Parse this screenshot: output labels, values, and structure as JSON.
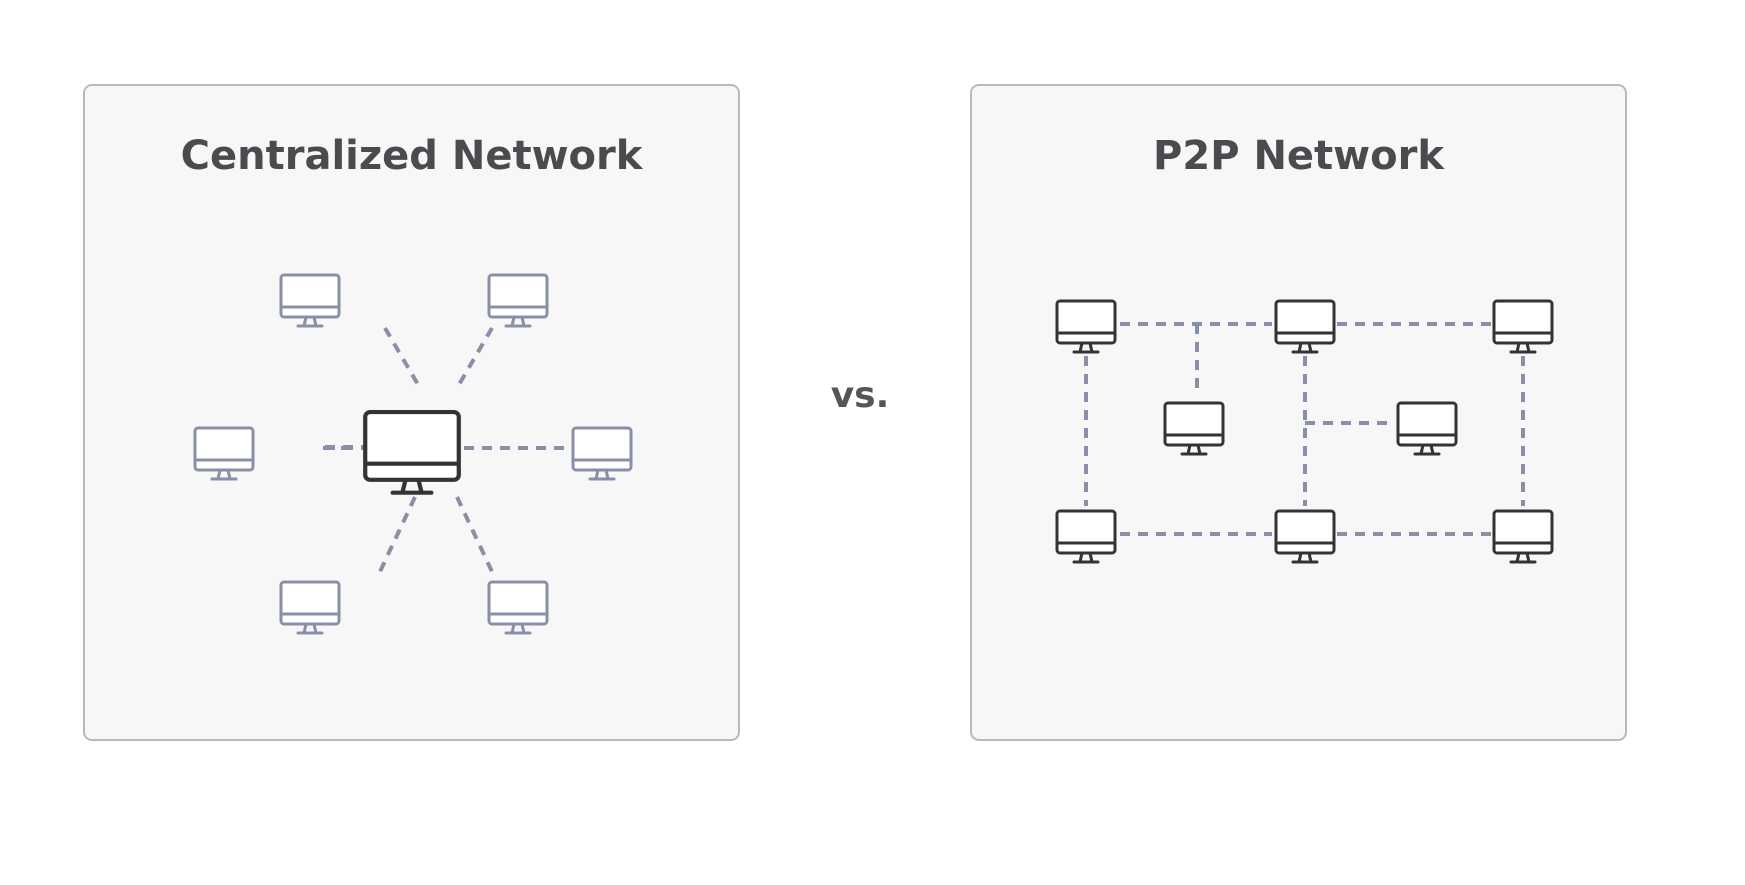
{
  "centralized": {
    "title": "Centralized Network",
    "server_label": "server-icon",
    "client_count": 6
  },
  "vs_label": "vs.",
  "p2p": {
    "title": "P2P Network",
    "peer_count": 8
  },
  "colors": {
    "client": "#8a8fa8",
    "server": "#333333",
    "peer": "#333333",
    "link": "#8a8fa8",
    "panel_bg": "#f7f7f7",
    "panel_border": "#b9b9bb",
    "title": "#4b4b4f"
  }
}
